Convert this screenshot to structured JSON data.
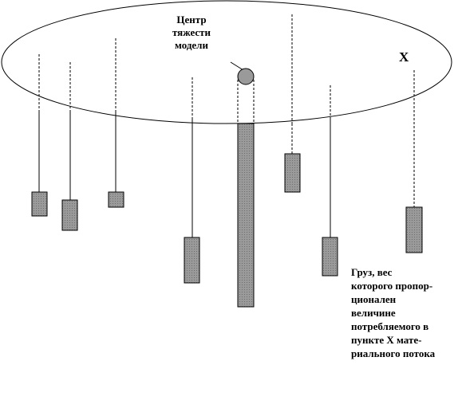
{
  "labels": {
    "center_of_gravity": [
      "Центр",
      "тяжести",
      "модели"
    ],
    "point_x": "X",
    "weight_description": [
      "Груз, вес",
      "которого пропор-",
      "ционален",
      "величине",
      "потребляемого в",
      "пункте X мате-",
      "риального потока"
    ]
  },
  "colors": {
    "weight_fill": "#8c8c8c",
    "center_ball_fill": "#9a9a9a",
    "stroke": "#000000"
  }
}
